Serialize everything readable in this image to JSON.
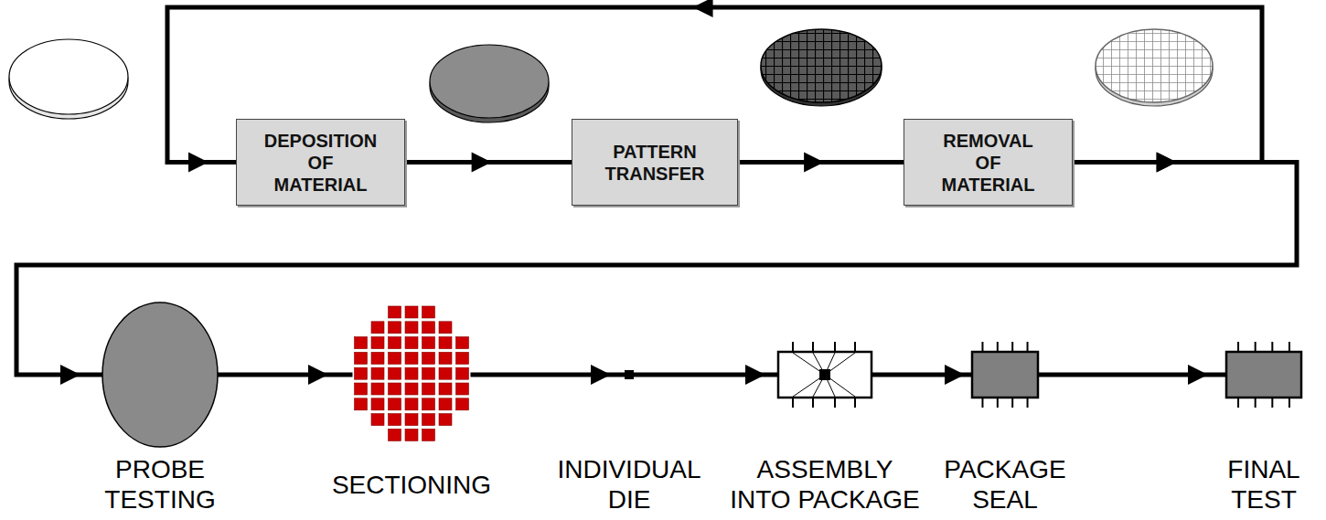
{
  "diagram": {
    "nodes": [
      {
        "text": [
          "DEPOSITION OF MATERIAL"
        ]
      },
      {
        "text": [
          "PATTERN TRANSFER"
        ]
      },
      {
        "text": [
          "REMOVAL OF MATERIAL"
        ]
      },
      {
        "text": [
          "PROBE TESTING"
        ]
      },
      {
        "text": [
          "SECTIONING"
        ]
      },
      {
        "text": [
          "INDIVIDUAL DIE"
        ]
      },
      {
        "text": [
          "ASSEMBLY INTO PACKAGE"
        ]
      },
      {
        "text": [
          "PACKAGE SEAL"
        ]
      },
      {
        "text": [
          "FINAL TEST"
        ]
      }
    ],
    "edges": [
      {
        "from": 0,
        "to": 1,
        "arrow": "to"
      },
      {
        "from": 1,
        "to": 2,
        "arrow": "to"
      },
      {
        "from": 2,
        "to": 0,
        "arrow": "to"
      },
      {
        "from": 2,
        "to": 3,
        "arrow": "to"
      },
      {
        "from": 3,
        "to": 4,
        "arrow": "to"
      },
      {
        "from": 4,
        "to": 5,
        "arrow": "to"
      },
      {
        "from": 5,
        "to": 6,
        "arrow": "to"
      },
      {
        "from": 6,
        "to": 7,
        "arrow": "to"
      },
      {
        "from": 7,
        "to": 8,
        "arrow": "to"
      }
    ]
  }
}
